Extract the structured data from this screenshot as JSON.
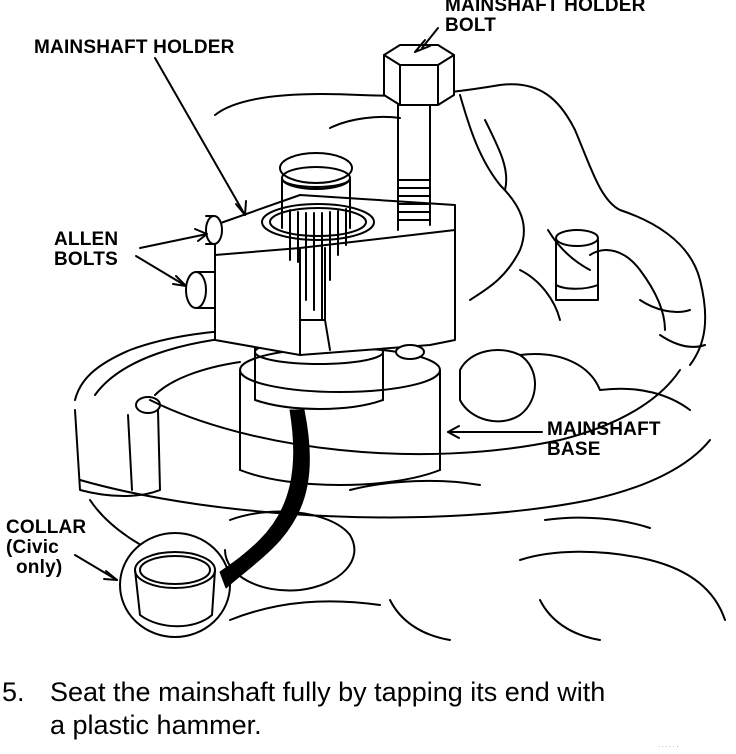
{
  "labels": {
    "mainshaft_holder_bolt": [
      "MAINSHAFT HOLDER",
      "BOLT"
    ],
    "mainshaft_holder": "MAINSHAFT HOLDER",
    "allen_bolts": [
      "ALLEN",
      "BOLTS"
    ],
    "mainshaft_base": [
      "MAINSHAFT",
      "BASE"
    ],
    "collar": [
      "COLLAR",
      "(Civic",
      "only)"
    ]
  },
  "step": {
    "number": "5.",
    "text_line1": "Seat the mainshaft fully by tapping its end with",
    "text_line2": "a plastic hammer."
  },
  "footer_mark": "· · · ·  · ·"
}
